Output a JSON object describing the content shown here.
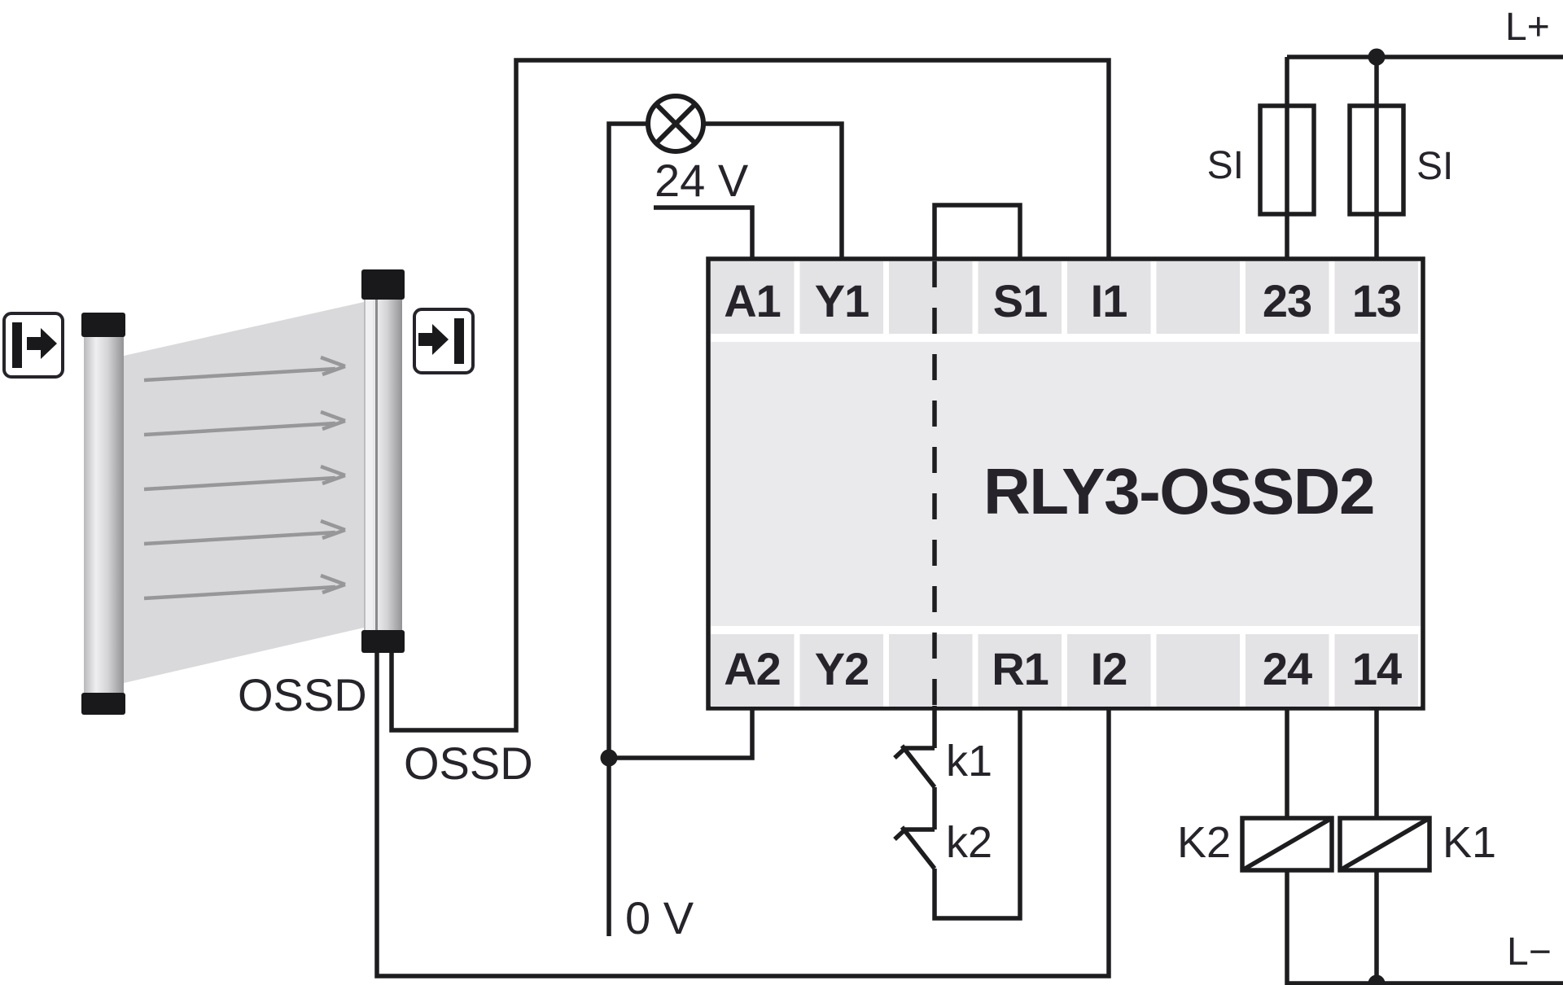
{
  "colors": {
    "line": "#1d1c1e",
    "module_fill": "#eae9eb",
    "cell_fill": "#e3e2e4",
    "beam_fill": "#d9d8da",
    "arrow": "#97979a"
  },
  "power": {
    "l_plus": "L+",
    "l_minus": "L−",
    "supply_24v": "24 V",
    "supply_0v": "0 V"
  },
  "fuses": {
    "left": "SI",
    "right": "SI"
  },
  "light_curtain": {
    "output1": "OSSD",
    "output2": "OSSD"
  },
  "relay_module": {
    "title": "RLY3-OSSD2",
    "top_terminals": [
      "A1",
      "Y1",
      "",
      "S1",
      "I1",
      "",
      "23",
      "13"
    ],
    "bottom_terminals": [
      "A2",
      "Y2",
      "",
      "R1",
      "I2",
      "",
      "24",
      "14"
    ]
  },
  "contacts": {
    "k1": "k1",
    "k2": "k2"
  },
  "coils": {
    "k2": "K2",
    "k1": "K1"
  }
}
